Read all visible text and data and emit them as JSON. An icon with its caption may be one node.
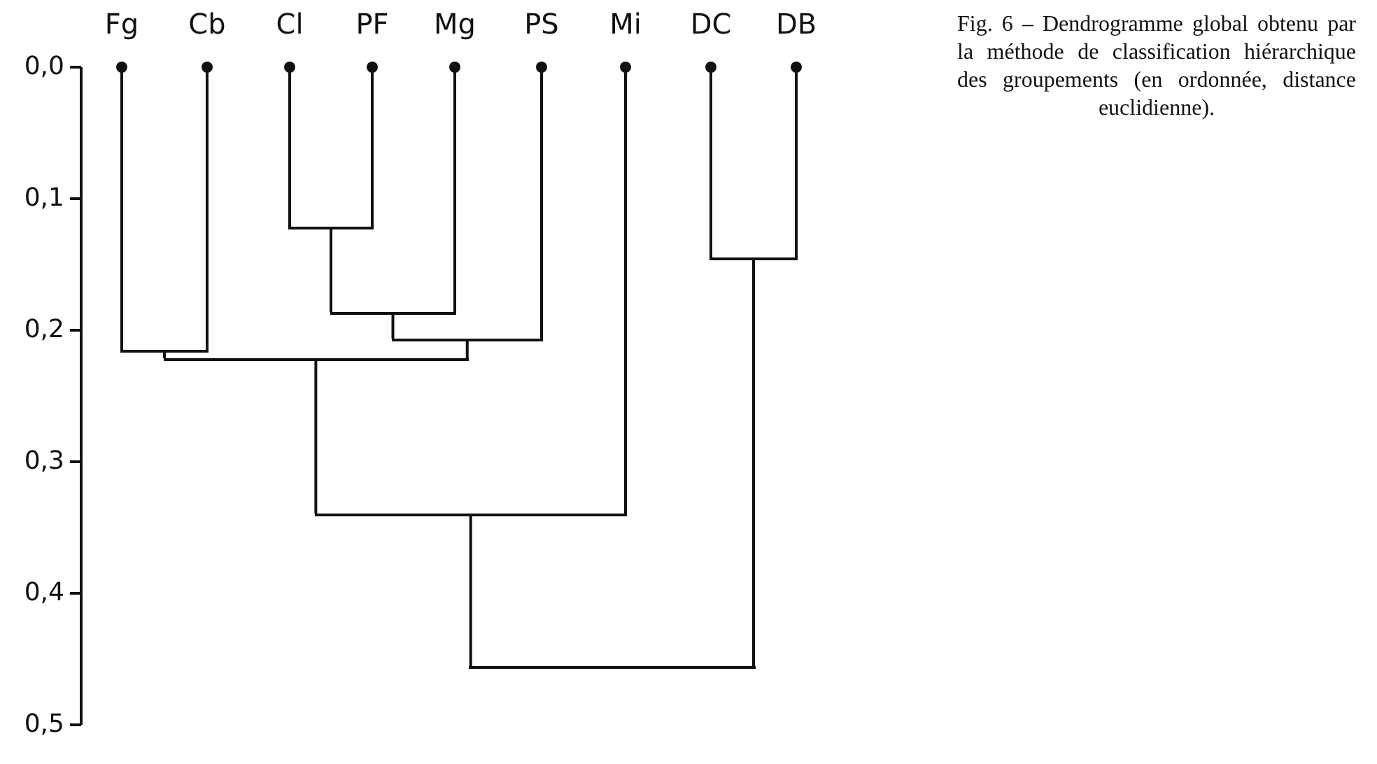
{
  "diagram": {
    "caption": "Fig. 6 – Dendrogramme global obtenu par la méthode de classification hiérarchique des groupements (en ordonnée, distance euclidienne).",
    "nodes": [
      {
        "text": [
          "Fg"
        ]
      },
      {
        "text": [
          "Cb"
        ]
      },
      {
        "text": [
          "Cl"
        ]
      },
      {
        "text": [
          "PF"
        ]
      },
      {
        "text": [
          "Mg"
        ]
      },
      {
        "text": [
          "PS"
        ]
      },
      {
        "text": [
          "Mi"
        ]
      },
      {
        "text": [
          "DC"
        ]
      },
      {
        "text": [
          "DB"
        ]
      },
      {
        "text": [],
        "shape": "bar"
      },
      {
        "text": [],
        "shape": "bar"
      },
      {
        "text": [],
        "shape": "bar"
      },
      {
        "text": [],
        "shape": "bar"
      },
      {
        "text": [],
        "shape": "bar"
      },
      {
        "text": [],
        "shape": "bar"
      },
      {
        "text": [],
        "shape": "bar"
      },
      {
        "text": [],
        "shape": "bar"
      }
    ],
    "edges": [
      {
        "from": 2,
        "to": 9,
        "arrow": "other"
      },
      {
        "from": 3,
        "to": 9,
        "arrow": "other"
      },
      {
        "from": 7,
        "to": 10,
        "arrow": "other"
      },
      {
        "from": 8,
        "to": 10,
        "arrow": "other"
      },
      {
        "from": 9,
        "to": 11,
        "arrow": "none"
      },
      {
        "from": 4,
        "to": 11,
        "arrow": "other"
      },
      {
        "from": 11,
        "to": 12,
        "arrow": "none"
      },
      {
        "from": 5,
        "to": 12,
        "arrow": "other"
      },
      {
        "from": 0,
        "to": 13,
        "arrow": "other"
      },
      {
        "from": 1,
        "to": 13,
        "arrow": "other"
      },
      {
        "from": 13,
        "to": 14,
        "arrow": "none"
      },
      {
        "from": 12,
        "to": 14,
        "arrow": "none"
      },
      {
        "from": 14,
        "to": 15,
        "arrow": "none"
      },
      {
        "from": 6,
        "to": 15,
        "arrow": "other"
      },
      {
        "from": 15,
        "to": 16,
        "arrow": "none"
      },
      {
        "from": 10,
        "to": 16,
        "arrow": "none"
      }
    ],
    "labels": [
      "0,0",
      "0,1",
      "0,2",
      "0,3",
      "0,4",
      "0,5"
    ]
  }
}
